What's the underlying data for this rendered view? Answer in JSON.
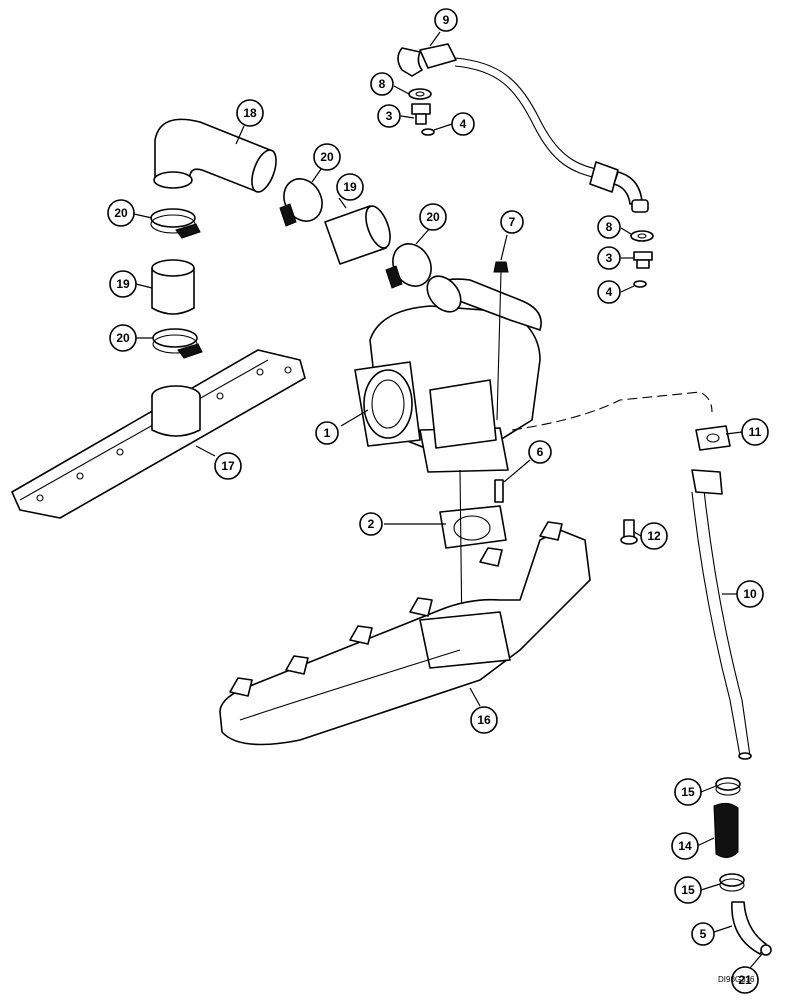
{
  "figure_code": "DI98G316",
  "callouts": [
    {
      "id": "callout-1",
      "label": "1"
    },
    {
      "id": "callout-2",
      "label": "2"
    },
    {
      "id": "callout-3a",
      "label": "3"
    },
    {
      "id": "callout-3b",
      "label": "3"
    },
    {
      "id": "callout-4a",
      "label": "4"
    },
    {
      "id": "callout-4b",
      "label": "4"
    },
    {
      "id": "callout-5",
      "label": "5"
    },
    {
      "id": "callout-6",
      "label": "6"
    },
    {
      "id": "callout-7",
      "label": "7"
    },
    {
      "id": "callout-8a",
      "label": "8"
    },
    {
      "id": "callout-8b",
      "label": "8"
    },
    {
      "id": "callout-9",
      "label": "9"
    },
    {
      "id": "callout-10",
      "label": "10"
    },
    {
      "id": "callout-11",
      "label": "11"
    },
    {
      "id": "callout-12",
      "label": "12"
    },
    {
      "id": "callout-14",
      "label": "14"
    },
    {
      "id": "callout-15a",
      "label": "15"
    },
    {
      "id": "callout-15b",
      "label": "15"
    },
    {
      "id": "callout-16",
      "label": "16"
    },
    {
      "id": "callout-17",
      "label": "17"
    },
    {
      "id": "callout-18",
      "label": "18"
    },
    {
      "id": "callout-19a",
      "label": "19"
    },
    {
      "id": "callout-19b",
      "label": "19"
    },
    {
      "id": "callout-20a",
      "label": "20"
    },
    {
      "id": "callout-20b",
      "label": "20"
    },
    {
      "id": "callout-20c",
      "label": "20"
    },
    {
      "id": "callout-20d",
      "label": "20"
    },
    {
      "id": "callout-21",
      "label": "21"
    }
  ]
}
